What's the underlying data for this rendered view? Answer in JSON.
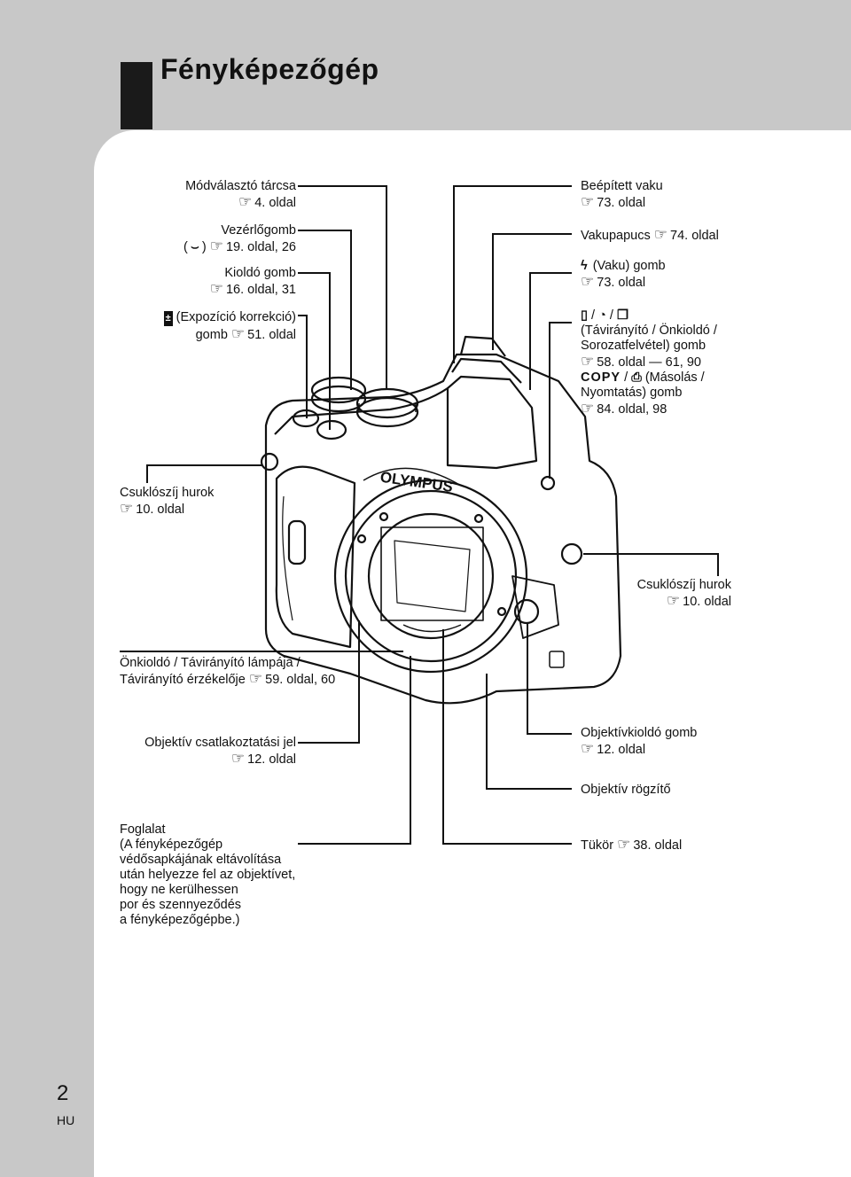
{
  "page": {
    "title": "Fényképezőgép",
    "page_number": "2",
    "lang": "HU"
  },
  "icons": {
    "reference": "hand-pointer-icon",
    "exposure": "exposure-icon",
    "flash": "flash-icon",
    "remote_timer_sequence": "remote-selftimer-sequence-icon",
    "copy_print": "copy-print-icon",
    "camera_logo": "olympus-camera-illustration"
  },
  "labels": {
    "mode_dial": {
      "line1": "Módválasztó tárcsa",
      "ref": "4. oldal"
    },
    "control_dial": {
      "line1": "Vezérlőgomb",
      "prefix": "(",
      "suffix": ")",
      "ref": "19. oldal, 26"
    },
    "shutter": {
      "line1": "Kioldó gomb",
      "ref": "16. oldal, 31"
    },
    "exposure": {
      "line1": "(Expozíció korrekció)",
      "line2": "gomb",
      "ref": "51. oldal"
    },
    "builtin_flash": {
      "line1": "Beépített vaku",
      "ref": "73. oldal"
    },
    "hot_shoe": {
      "line1": "Vakupapucs",
      "ref": "74. oldal"
    },
    "flash_button": {
      "line1": "(Vaku) gomb",
      "ref": "73. oldal"
    },
    "drive_button": {
      "sep": "/",
      "line1": "(Távirányító / Önkioldó /",
      "line2": "Sorozatfelvétel) gomb",
      "ref": "58. oldal — 61, 90",
      "copy": "COPY",
      "line3": "(Másolás /",
      "line4": "Nyomtatás) gomb",
      "ref2": "84. oldal, 98"
    },
    "strap_left": {
      "line1": "Csuklószíj hurok",
      "ref": "10. oldal"
    },
    "strap_right": {
      "line1": "Csuklószíj hurok",
      "ref": "10. oldal"
    },
    "self_timer_lamp": {
      "line1": "Önkioldó / Távirányító lámpája /",
      "line2": "Távirányító érzékelője",
      "ref": "59. oldal, 60"
    },
    "lens_mount_mark": {
      "line1": "Objektív csatlakoztatási jel",
      "ref": "12. oldal"
    },
    "lens_release": {
      "line1": "Objektívkioldó gomb",
      "ref": "12. oldal"
    },
    "lens_lock": {
      "line1": "Objektív rögzítő"
    },
    "mount": {
      "lines": [
        "Foglalat",
        "(A fényképezőgép",
        "védősapkájának eltávolítása",
        "után helyezze fel az objektívet,",
        "hogy ne kerülhessen",
        "por és szennyeződés",
        "a fényképezőgépbe.)"
      ]
    },
    "mirror": {
      "line1": "Tükör",
      "ref": "38. oldal"
    }
  },
  "camera": {
    "brand": "OLYMPUS"
  }
}
